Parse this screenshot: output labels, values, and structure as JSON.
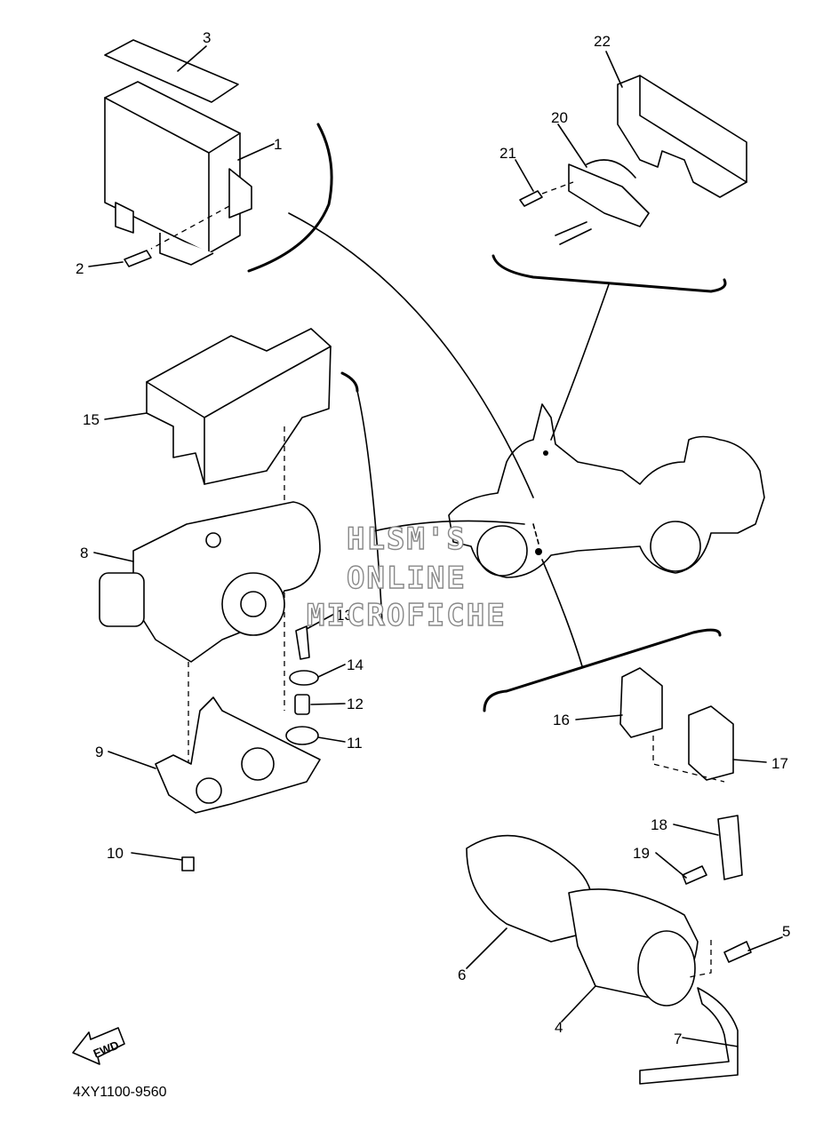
{
  "diagram_code": "4XY1100-9560",
  "fwd_label": "FWD",
  "watermark": [
    "HLSM'S",
    "ONLINE",
    "MICROFICHE"
  ],
  "callouts": {
    "1": "1",
    "2": "2",
    "3": "3",
    "4": "4",
    "5": "5",
    "6": "6",
    "7": "7",
    "8": "8",
    "9": "9",
    "10": "10",
    "11": "11",
    "12": "12",
    "13": "13",
    "14": "14",
    "15": "15",
    "16": "16",
    "17": "17",
    "18": "18",
    "19": "19",
    "20": "20",
    "21": "21",
    "22": "22"
  }
}
